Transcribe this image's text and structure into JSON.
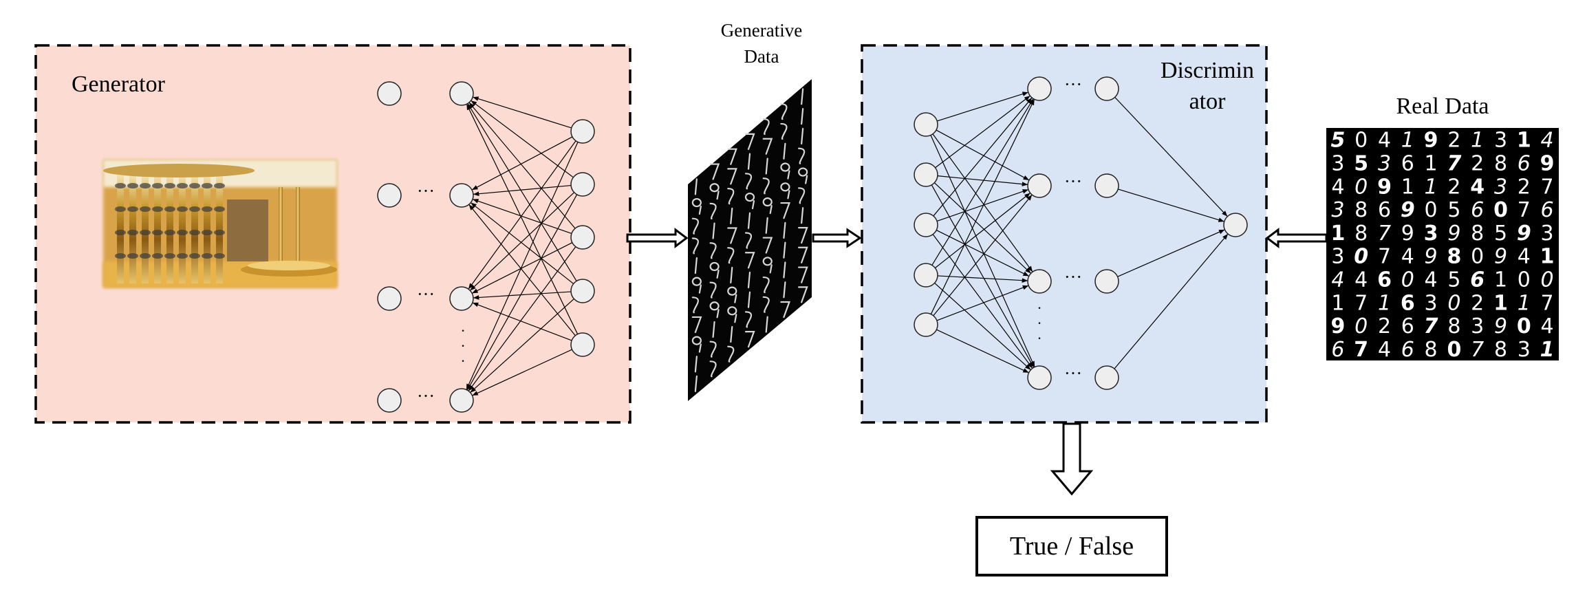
{
  "generator": {
    "title": "Generator",
    "box_color": "#fcdcd2",
    "image": "quantum-computer-photo",
    "ellipsis_h": "···",
    "ellipsis_v": "·"
  },
  "generative_data": {
    "label_line1": "Generative",
    "label_line2": "Data",
    "image": "generated-digits-panel"
  },
  "discriminator": {
    "title_line1": "Discrimin",
    "title_line2": "ator",
    "box_color": "#d9e4f4",
    "ellipsis_h": "···",
    "ellipsis_v": "·"
  },
  "real_data": {
    "label": "Real Data",
    "image": "mnist-digits-grid",
    "rows": [
      "5041921314",
      "3536172869",
      "4091124327",
      "3869056076",
      "1879398593",
      "3074980941",
      "4460456100",
      "1716302117",
      "9026783904",
      "6746807831"
    ]
  },
  "output": {
    "label": "True / False"
  },
  "colors": {
    "node_fill": "#eeeeee",
    "stroke": "#000000"
  }
}
